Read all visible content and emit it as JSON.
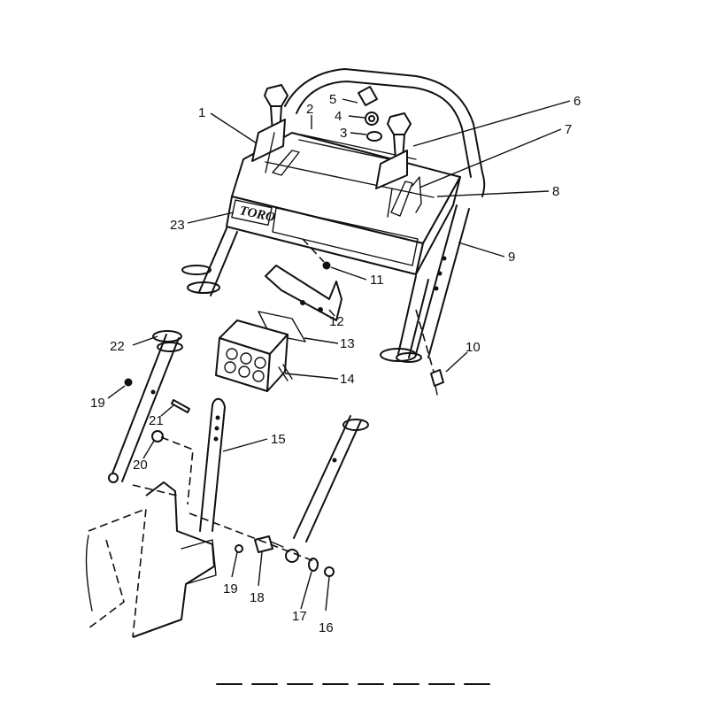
{
  "diagram": {
    "brand_logo": "TORO",
    "callouts": [
      {
        "id": "c1",
        "text": "1"
      },
      {
        "id": "c2",
        "text": "2"
      },
      {
        "id": "c3",
        "text": "3"
      },
      {
        "id": "c4",
        "text": "4"
      },
      {
        "id": "c5",
        "text": "5"
      },
      {
        "id": "c6",
        "text": "6"
      },
      {
        "id": "c7",
        "text": "7"
      },
      {
        "id": "c8",
        "text": "8"
      },
      {
        "id": "c9",
        "text": "9"
      },
      {
        "id": "c10",
        "text": "10"
      },
      {
        "id": "c11",
        "text": "11"
      },
      {
        "id": "c12",
        "text": "12"
      },
      {
        "id": "c13",
        "text": "13"
      },
      {
        "id": "c14",
        "text": "14"
      },
      {
        "id": "c15",
        "text": "15"
      },
      {
        "id": "c16",
        "text": "16"
      },
      {
        "id": "c17",
        "text": "17"
      },
      {
        "id": "c18",
        "text": "18"
      },
      {
        "id": "c19a",
        "text": "19"
      },
      {
        "id": "c19b",
        "text": "19"
      },
      {
        "id": "c20",
        "text": "20"
      },
      {
        "id": "c21",
        "text": "21"
      },
      {
        "id": "c22",
        "text": "22"
      },
      {
        "id": "c23",
        "text": "23"
      }
    ]
  }
}
